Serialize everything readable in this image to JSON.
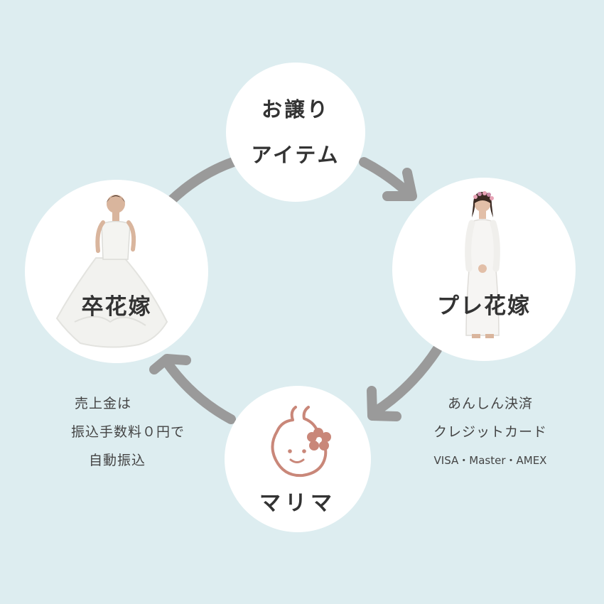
{
  "colors": {
    "background": "#ddedf0",
    "circle": "#ffffff",
    "arrow": "#9a9a9a",
    "label_text": "#333333",
    "mascot": "#c98779"
  },
  "nodes": {
    "top": {
      "line1": "お譲り",
      "line2": "アイテム"
    },
    "left": {
      "label": "卒花嫁",
      "image": "bride-in-ball-gown-photo"
    },
    "right": {
      "label": "プレ花嫁",
      "image": "bride-with-flower-crown-photo"
    },
    "bottom": {
      "label": "マリマ",
      "logo": "pear-face-flower-logo"
    }
  },
  "payment_note": {
    "line1": "あんしん決済",
    "line2": "クレジットカード",
    "line3": "VISA・Master・AMEX"
  },
  "payout_note": {
    "line1": "売上金は",
    "line2": "振込手数料０円で",
    "line3": "自動振込"
  }
}
